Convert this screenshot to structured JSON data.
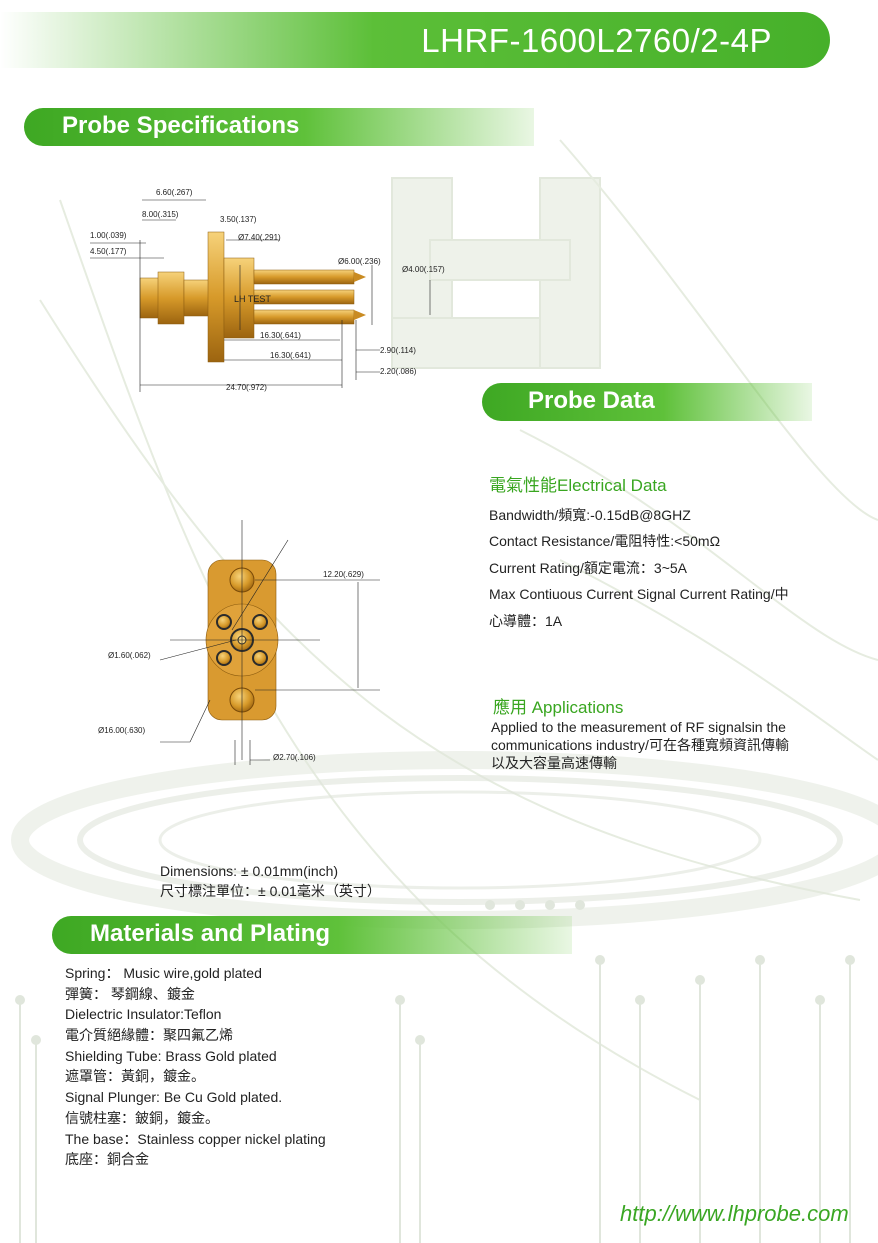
{
  "header": {
    "title": "LHRF-1600L2760/2-4P"
  },
  "sections": {
    "spec": "Probe Specifications",
    "data": "Probe Data",
    "materials": "Materials and Plating"
  },
  "side_drawing": {
    "dims": [
      "6.60(.267)",
      "8.00(.315)",
      "3.50(.137)",
      "1.00(.039)",
      "Ø7.40(.291)",
      "4.50(.177)",
      "Ø6.00(.236)",
      "Ø4.00(.157)",
      "16.30(.641)",
      "16.30(.641)",
      "2.90(.114)",
      "2.20(.086)",
      "24.70(.972)"
    ],
    "body_label": "LH TEST"
  },
  "top_drawing": {
    "dims": [
      "12.20(.629)",
      "Ø1.60(.062)",
      "Ø16.00(.630)",
      "Ø2.70(.106)"
    ]
  },
  "dimensions_note": {
    "line1": "Dimensions: ± 0.01mm(inch)",
    "line2": "尺寸標注單位：± 0.01毫米（英寸）"
  },
  "electrical": {
    "heading": "電氣性能Electrical Data",
    "lines": [
      "Bandwidth/頻寬:-0.15dB@8GHZ",
      "Contact Resistance/電阻特性:<50mΩ",
      "Current Rating/額定電流：3~5A",
      "Max Contiuous Current Signal Current Rating/中",
      "心導體：1A"
    ]
  },
  "applications": {
    "heading": "應用 Applications",
    "lines": [
      "Applied to the measurement of RF signalsin the",
      "communications industry/可在各種寬頻資訊傳輸",
      "以及大容量高速傳輸"
    ]
  },
  "materials": [
    "Spring：  Music wire,gold plated",
    "彈簧：  琴鋼線、鍍金",
    "Dielectric Insulator:Teflon",
    "電介質絕緣體：聚四氟乙烯",
    "Shielding Tube: Brass Gold plated",
    "遮罩管：黃銅，鍍金。",
    "Signal Plunger: Be Cu Gold plated.",
    "信號柱塞：鈹銅，鍍金。",
    "The base：Stainless copper nickel plating",
    "底座：銅合金"
  ],
  "footer": {
    "url": "http://www.lhprobe.com"
  },
  "colors": {
    "brand_green": "#46b02a",
    "text": "#222222",
    "gold": "#d79a2a"
  }
}
